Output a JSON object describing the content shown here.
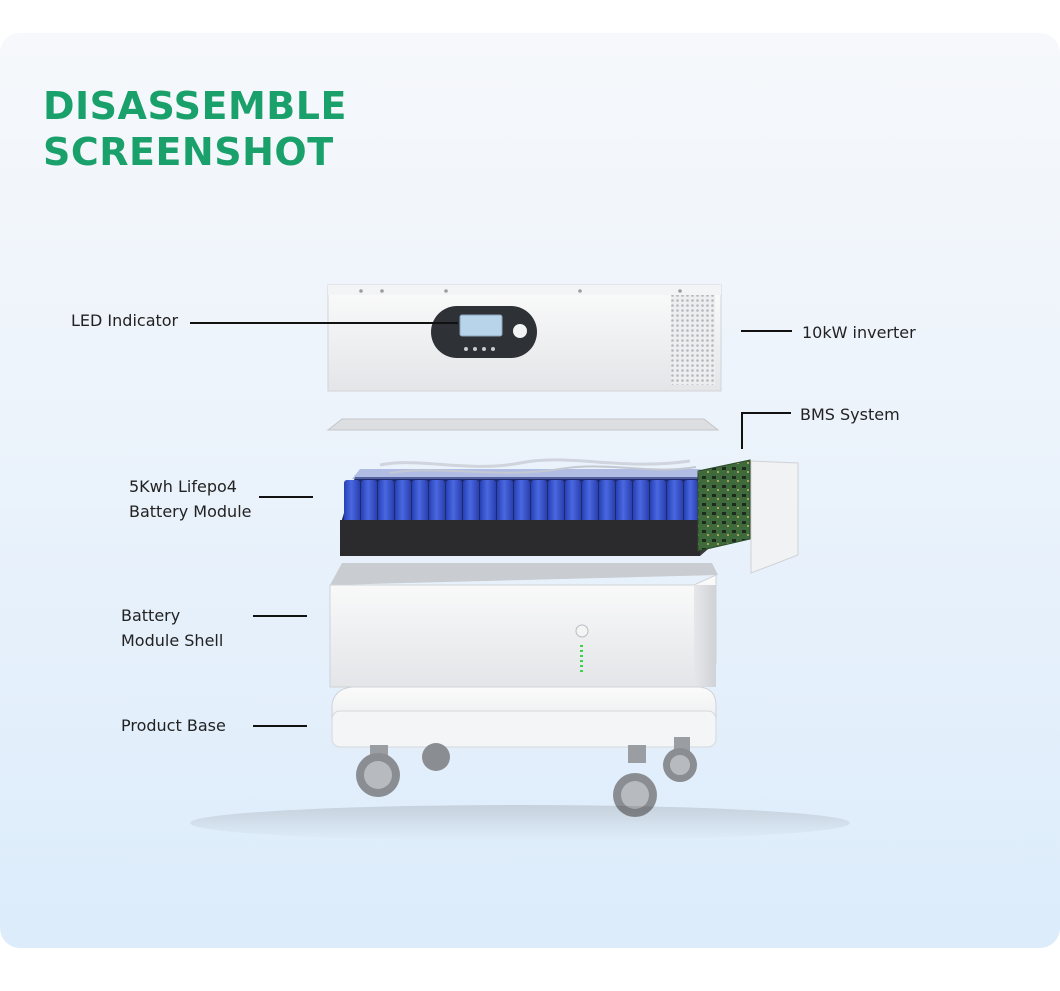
{
  "title": {
    "line1": "DISASSEMBLE",
    "line2": "SCREENSHOT"
  },
  "labels": {
    "led": "LED Indicator",
    "inverter": "10kW inverter",
    "bms": "BMS System",
    "battery_module_line1": "5Kwh Lifepo4",
    "battery_module_line2": "Battery Module",
    "shell_line1": "Battery",
    "shell_line2": "Module Shell",
    "base": "Product Base"
  },
  "colors": {
    "title": "#1aa06a",
    "cell_blue": "#3551c9",
    "pcb_green": "#3f6a3b",
    "status_led": "#3cd44a"
  }
}
